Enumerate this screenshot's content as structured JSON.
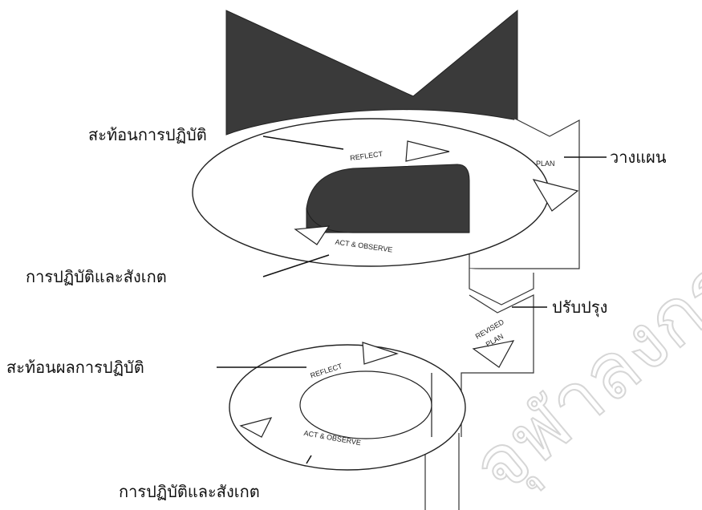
{
  "labels": {
    "reflect_top_th": "สะท้อนการปฏิบัติ",
    "plan_th": "วางแผน",
    "act_top_th": "การปฏิบัติและสังเกต",
    "revised_th": "ปรับปรุง",
    "reflect_bottom_th": "สะท้อนผลการปฏิบัติ",
    "act_bottom_th": "การปฏิบัติและสังเกต"
  },
  "inner": {
    "reflect_top": "REFLECT",
    "plan": "PLAN",
    "act_top": "ACT & OBSERVE",
    "revised_1": "REVISED",
    "revised_2": "PLAN",
    "reflect_bottom": "REFLECT",
    "act_bottom": "ACT & OBSERVE"
  },
  "watermark": "จุฬาลงกรณ์"
}
